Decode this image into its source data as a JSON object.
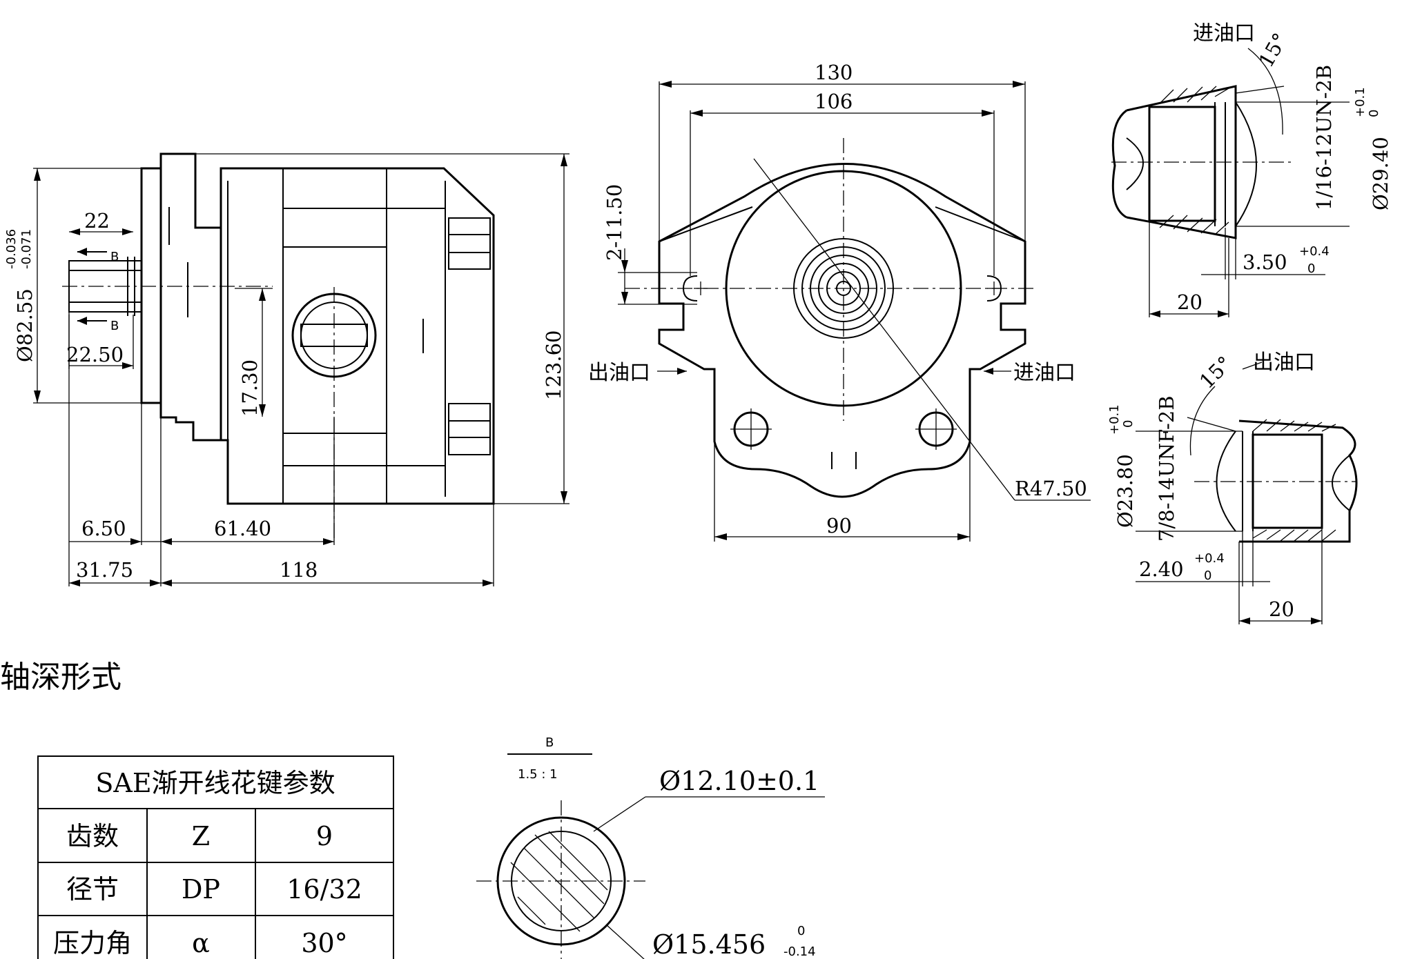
{
  "side_view": {
    "flange_diameter": "Ø82.55",
    "flange_tol_upper": "-0.036",
    "flange_tol_lower": "-0.071",
    "shaft_len_top": "22",
    "shaft_len_bottom": "22.50",
    "port_height": "17.30",
    "flange_thk": "6.50",
    "port_offset": "61.40",
    "overall_height": "123.60",
    "shaft_len": "31.75",
    "body_len": "118",
    "section_mark": "B"
  },
  "front_view": {
    "width_overall": "130",
    "hole_spacing": "106",
    "slot": "2-11.50",
    "bottom_width": "90",
    "radius": "R47.50",
    "outlet_label": "出油口",
    "inlet_label": "进油口"
  },
  "inlet_port_detail": {
    "title": "进油口",
    "angle": "15°",
    "thread": "1/16-12UN-2B",
    "diameter": "Ø29.40",
    "diam_tol_upper": "+0.1",
    "diam_tol_lower": "0",
    "depth": "3.50",
    "depth_tol_upper": "+0.4",
    "depth_tol_lower": "0",
    "length": "20"
  },
  "outlet_port_detail": {
    "title": "出油口",
    "angle": "15°",
    "thread": "7/8-14UNF-2B",
    "diameter": "Ø23.80",
    "diam_tol_upper": "+0.1",
    "diam_tol_lower": "0",
    "depth": "2.40",
    "depth_tol_upper": "+0.4",
    "depth_tol_lower": "0",
    "length": "20"
  },
  "section_title": "轴深形式",
  "spline_table": {
    "title": "SAE渐开线花键参数",
    "rows": [
      {
        "name": "齿数",
        "symbol": "Z",
        "value": "9"
      },
      {
        "name": "径节",
        "symbol": "DP",
        "value": "16/32"
      },
      {
        "name": "压力角",
        "symbol": "α",
        "value": "30°"
      }
    ]
  },
  "spline_detail": {
    "section": "B",
    "scale": "1.5 : 1",
    "minor_diameter": "Ø12.10±0.1",
    "major_diameter": "Ø15.456",
    "major_tol_upper": "0",
    "major_tol_lower": "-0.14"
  }
}
